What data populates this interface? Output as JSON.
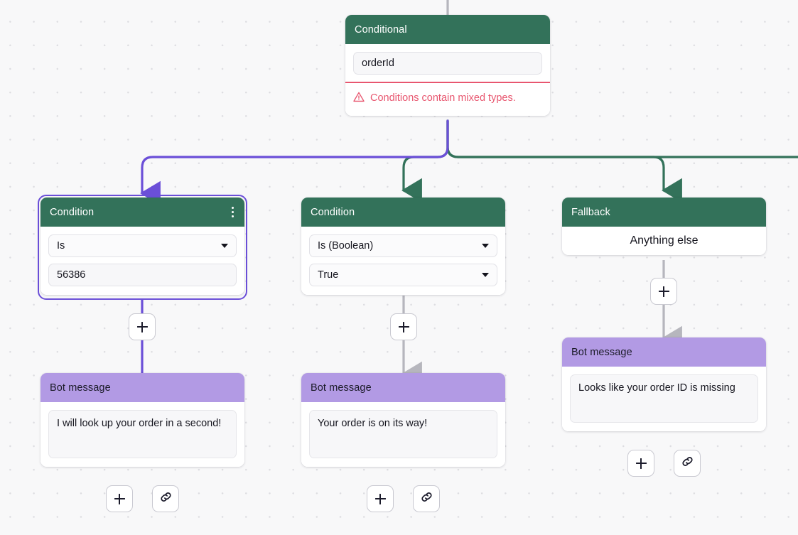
{
  "canvas": {
    "background_color": "#f8f8f9",
    "dot_color": "#dddde1"
  },
  "colors": {
    "node_green": "#33725a",
    "node_purple": "#b29ae4",
    "selection": "#6b4fd8",
    "error": "#e8566f",
    "edge_gray": "#b6b6bd",
    "edge_green": "#33725a",
    "edge_purple": "#6b4fd8"
  },
  "nodes": {
    "conditional": {
      "title": "Conditional",
      "variable_value": "orderId",
      "error_text": "Conditions contain mixed types.",
      "error_icon": "warning-triangle-icon"
    },
    "condition_1": {
      "title": "Condition",
      "selected": true,
      "menu_icon": "more-vertical-icon",
      "operator": "Is",
      "value": "56386"
    },
    "condition_2": {
      "title": "Condition",
      "selected": false,
      "operator": "Is (Boolean)",
      "value": "True"
    },
    "fallback": {
      "title": "Fallback",
      "body_text": "Anything else"
    },
    "bot_message_1": {
      "title": "Bot message",
      "text": "I will look up your order in a second!"
    },
    "bot_message_2": {
      "title": "Bot message",
      "text": "Your order is on its way!"
    },
    "bot_message_3": {
      "title": "Bot message",
      "text": "Looks like your order ID is missing"
    }
  },
  "buttons": {
    "add_label": "+",
    "add_icon": "plus-icon",
    "link_icon": "link-chain-icon"
  }
}
